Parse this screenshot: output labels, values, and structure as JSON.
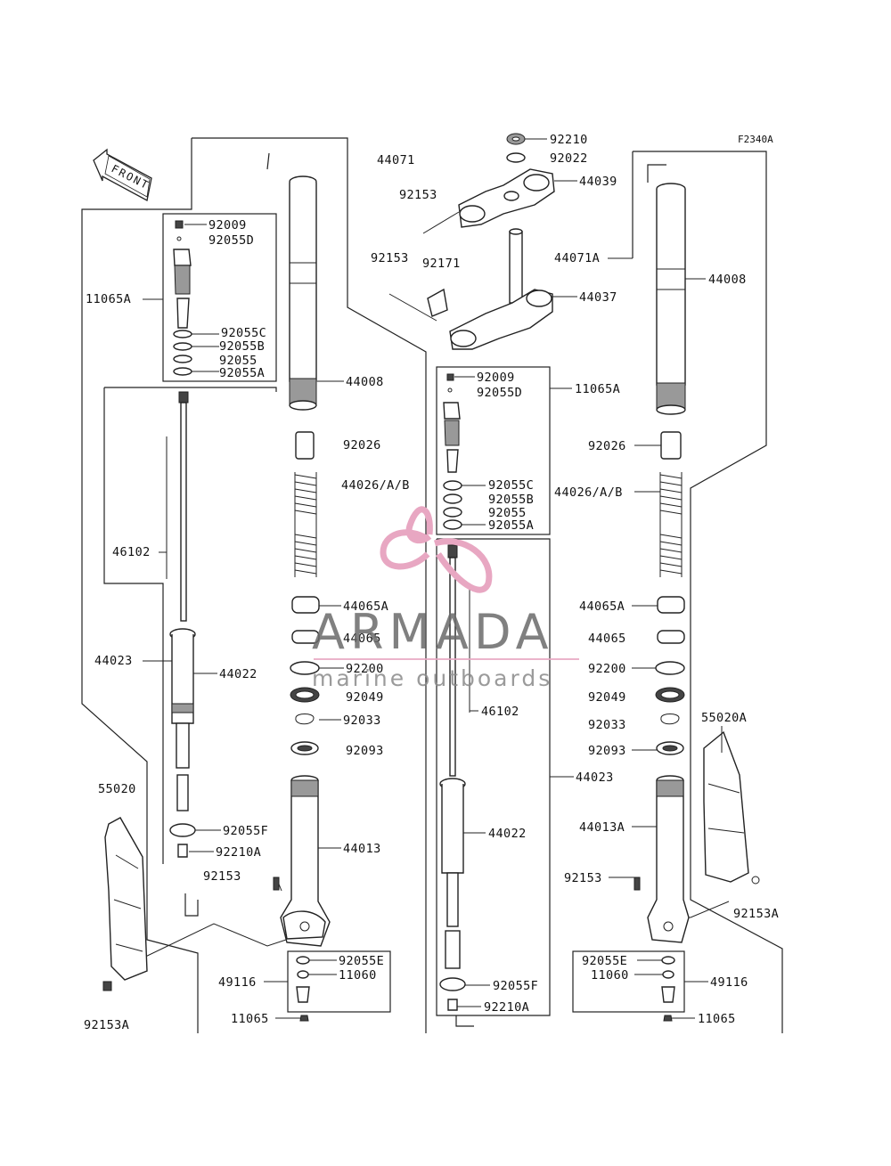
{
  "diagram": {
    "figure_code": "F2340A",
    "front_label": "FRONT",
    "watermark": {
      "brand": "ARMADA",
      "tagline": "marine outboards",
      "accent_color": "#e8a7c2"
    },
    "left_labels": {
      "l92009": "92009",
      "l92055D": "92055D",
      "l11065A": "11065A",
      "l92055C": "92055C",
      "l92055B": "92055B",
      "l92055": "92055",
      "l92055A": "92055A",
      "l46102": "46102",
      "l44023": "44023",
      "l44022": "44022",
      "l92055F": "92055F",
      "l92210A": "92210A",
      "l92153": "92153",
      "l55020": "55020",
      "l92153A": "92153A",
      "l44008": "44008",
      "l92026": "92026",
      "l44026": "44026/A/B",
      "l44065A": "44065A",
      "l44065": "44065",
      "l92200": "92200",
      "l92049": "92049",
      "l92033": "92033",
      "l92093": "92093",
      "l44013": "44013",
      "l49116": "49116",
      "l92055E": "92055E",
      "l11060": "11060",
      "l11065": "11065"
    },
    "center_labels": {
      "c92210": "92210",
      "c92022": "92022",
      "c44071": "44071",
      "c44039": "44039",
      "c92153a": "92153",
      "c92153b": "92153",
      "c92171": "92171",
      "c44037": "44037",
      "c92009": "92009",
      "c92055D": "92055D",
      "c11065A": "11065A",
      "c92055C": "92055C",
      "c92055B": "92055B",
      "c92055": "92055",
      "c92055A": "92055A",
      "c46102": "46102",
      "c44023": "44023",
      "c44022": "44022",
      "c92055F": "92055F",
      "c92210A": "92210A"
    },
    "right_labels": {
      "r44071A": "44071A",
      "r44008": "44008",
      "r92026": "92026",
      "r44026": "44026/A/B",
      "r44065A": "44065A",
      "r44065": "44065",
      "r92200": "92200",
      "r92049": "92049",
      "r92033": "92033",
      "r92093": "92093",
      "r55020A": "55020A",
      "r44013A": "44013A",
      "r92153": "92153",
      "r92153A": "92153A",
      "r92055E": "92055E",
      "r11060": "11060",
      "r49116": "49116",
      "r11065": "11065"
    }
  }
}
